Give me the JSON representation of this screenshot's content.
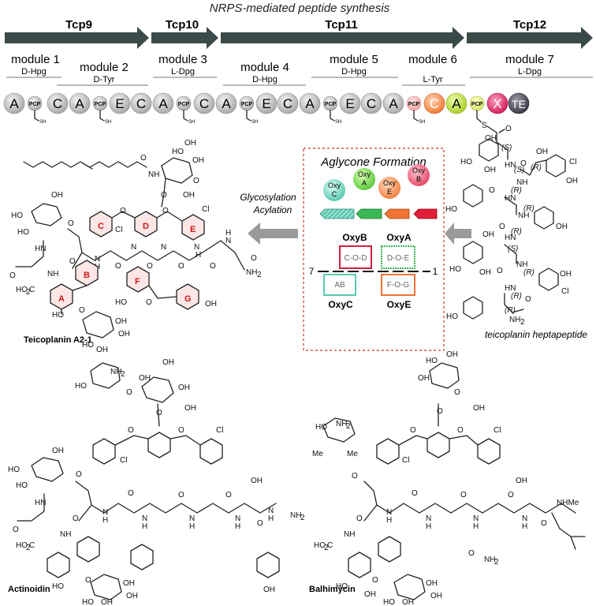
{
  "header": {
    "title": "NRPS-mediated peptide synthesis"
  },
  "genes": [
    "Tcp9",
    "Tcp10",
    "Tcp11",
    "Tcp12"
  ],
  "modules": [
    {
      "label": "module 1",
      "residue": "D-Hpg"
    },
    {
      "label": "module 2",
      "residue": "D-Tyr"
    },
    {
      "label": "module 3",
      "residue": "L-Dpg"
    },
    {
      "label": "module 4",
      "residue": "D-Hpg"
    },
    {
      "label": "module 5",
      "residue": "D-Hpg"
    },
    {
      "label": "module 6",
      "residue": "L-Tyr"
    },
    {
      "label": "module 7",
      "residue": "L-Dpg"
    }
  ],
  "domains": {
    "A": "A",
    "PCP": "PCP",
    "C": "C",
    "E": "E",
    "X": "X",
    "TE": "TE",
    "SH": "SH",
    "S": "S"
  },
  "aglycone": {
    "title": "Aglycone Formation",
    "oxy": [
      {
        "top": "Oxy",
        "bottom": "C"
      },
      {
        "top": "Oxy",
        "bottom": "A"
      },
      {
        "top": "Oxy",
        "bottom": "E"
      },
      {
        "top": "Oxy",
        "bottom": "B"
      }
    ],
    "crosslinks": {
      "oxyb_label": "OxyB",
      "oxyb_link": "C-O-D",
      "oxya_label": "OxyA",
      "oxya_link": "D-O-E",
      "oxyc_label": "OxyC",
      "oxyc_link": "AB",
      "oxye_label": "OxyE",
      "oxye_link": "F-O-G",
      "end_left": "7",
      "end_right": "1"
    }
  },
  "colors": {
    "arrow": "#3a4a48",
    "oxyC": "#5cc8b0",
    "oxyA": "#39b84e",
    "oxyE": "#f07030",
    "oxyB": "#e0203c",
    "domain_grey": "#c8c8c8",
    "C7": "#f5a06a",
    "A7": "#bfe05a",
    "X": "#e0356e",
    "TE": "#555566"
  },
  "transform_label": {
    "line1": "Glycosylation",
    "line2": "Acylation"
  },
  "heptapeptide_label": "teicoplanin heptapeptide",
  "compounds": {
    "teicoplanin": "Teicoplanin A2-1",
    "actinoidin": "Actinoidin",
    "balhimycin": "Balhimycin"
  },
  "rings": [
    "A",
    "B",
    "C",
    "D",
    "E",
    "F",
    "G"
  ],
  "atoms": {
    "OH": "OH",
    "HO": "HO",
    "Cl": "Cl",
    "NH": "NH",
    "HN": "HN",
    "NH2": "NH",
    "two": "2",
    "O": "O",
    "H": "H",
    "N": "N",
    "HO2C": "HO",
    "sub2": "2",
    "C": "C",
    "NHMe": "NHMe",
    "Me": "Me"
  },
  "stereo": {
    "S": "(S)",
    "R": "(R)"
  }
}
